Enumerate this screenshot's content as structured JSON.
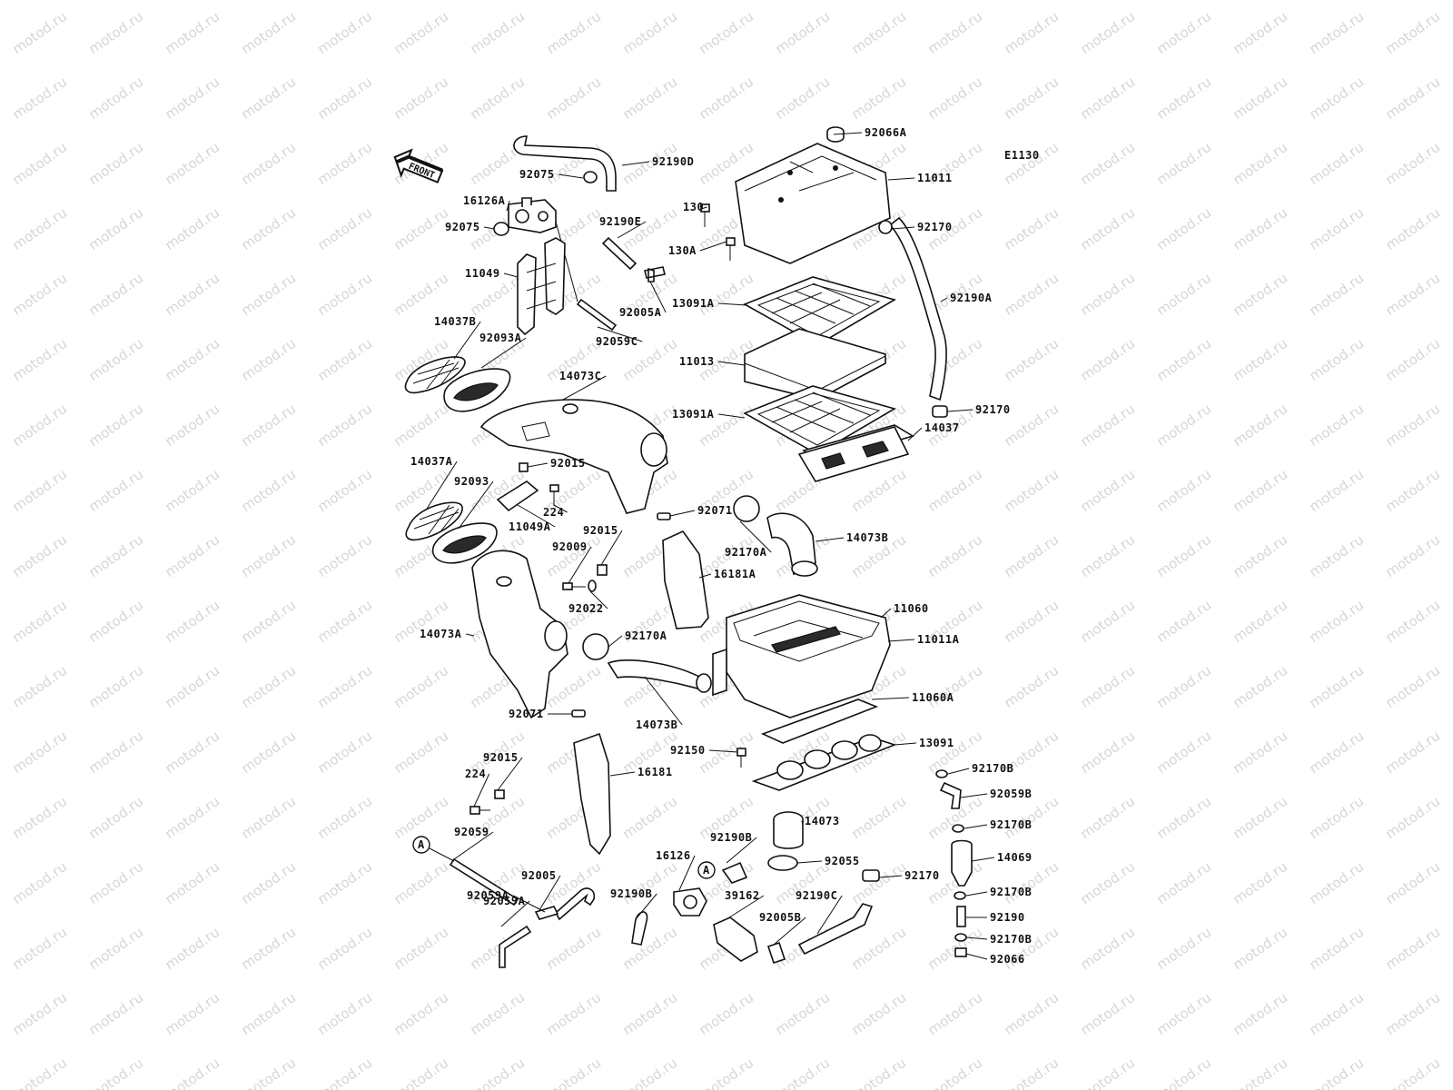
{
  "diagram_code": "E1130",
  "front_label": "FRONT",
  "watermark": "motod.ru",
  "ref_marker": "A",
  "labels": [
    "92066A",
    "11011",
    "130",
    "92170",
    "130A",
    "92190D",
    "92075",
    "16126A",
    "92075",
    "92190E",
    "11049",
    "92005A",
    "92059C",
    "13091A",
    "92190A",
    "11013",
    "14037B",
    "92093A",
    "14073C",
    "13091A",
    "92170",
    "14037",
    "92015",
    "14037A",
    "92093",
    "224",
    "11049A",
    "92071",
    "92170A",
    "14073B",
    "92015",
    "92009",
    "16181A",
    "92022",
    "11060",
    "14073A",
    "92170A",
    "11011A",
    "14073B",
    "92071",
    "11060A",
    "92150",
    "13091",
    "92015",
    "224",
    "16181",
    "92170B",
    "92059B",
    "14073",
    "92170B",
    "92059",
    "92190B",
    "92055",
    "14069",
    "92059A",
    "16126",
    "92005",
    "92170",
    "92190B",
    "39162",
    "92190C",
    "92170B",
    "92059A",
    "92005B",
    "92190",
    "92170B",
    "92066"
  ]
}
